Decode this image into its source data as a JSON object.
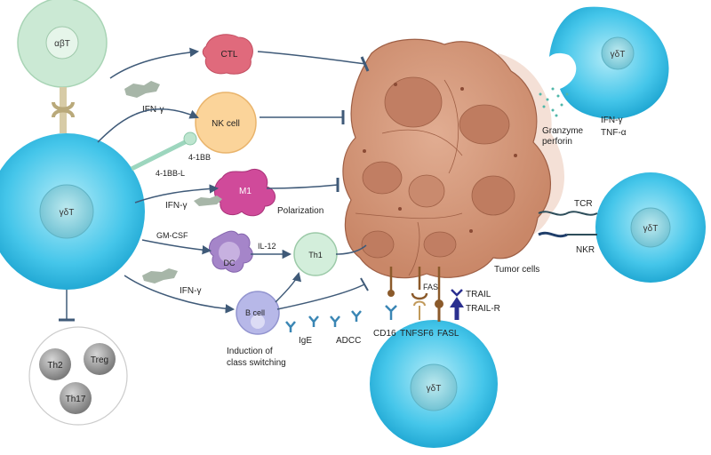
{
  "cells": {
    "ab_t": "αβT",
    "gd_t_left": "γδT",
    "gd_t_top_right": "γδT",
    "gd_t_right": "γδT",
    "gd_t_bottom": "γδT",
    "ctl": "CTL",
    "nk": "NK cell",
    "m1": "M1",
    "dc": "DC",
    "th1": "Th1",
    "bcell": "B cell",
    "th2": "Th2",
    "treg": "Treg",
    "th17": "Th17"
  },
  "labels": {
    "ifn_top": "IFN-γ",
    "ifn_mid": "IFN-γ",
    "ifn_low": "IFN-γ",
    "ligand_41bbl": "4-1BB-L",
    "receptor_41bb": "4-1BB",
    "gm_csf": "GM-CSF",
    "il12": "IL-12",
    "polarization": "Polarization",
    "class_switch_1": "Induction of",
    "class_switch_2": "class switching",
    "ige": "IgE",
    "adcc": "ADCC",
    "tumor": "Tumor cells",
    "granzyme": "Granzyme",
    "perforin": "perforin",
    "ifn_tnf_1": "IFN-γ",
    "ifn_tnf_2": "TNF-α",
    "tcr": "TCR",
    "nkr": "NKR",
    "fas": "FAS",
    "trail": "TRAIL",
    "trail_r": "TRAIL-R",
    "cd16": "CD16",
    "tnfsf6": "TNFSF6",
    "fasl": "FASL"
  },
  "colors": {
    "gd_cell": "#3ec1e6",
    "gd_nucleus": "#9ad9e4",
    "ab_cell": "#cbe9d4",
    "ctl": "#e06a7c",
    "nk": "#fbd49a",
    "m1": "#d04a9a",
    "dc": "#a585c9",
    "th1": "#d3eedb",
    "bcell": "#b7b8e8",
    "reg": "#9a9a9a",
    "tumor": "#d49a7f",
    "arrow": "#3f5a78",
    "trail_arrow": "#2a2f8f"
  }
}
